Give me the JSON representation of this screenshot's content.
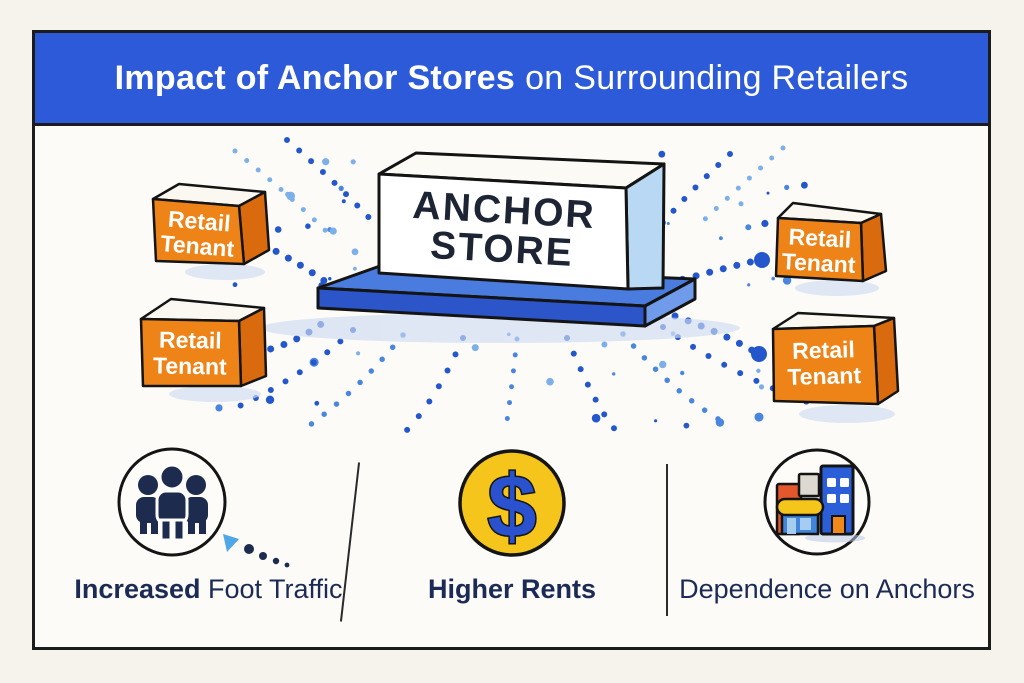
{
  "header": {
    "title_bold": "Impact of Anchor Stores",
    "title_rest": "on Surrounding Retailers"
  },
  "diagram": {
    "anchor_store": {
      "line1": "ANCHOR",
      "line2": "STORE"
    },
    "tenants": [
      {
        "line1": "Retail",
        "line2": "Tenant"
      },
      {
        "line1": "Retail",
        "line2": "Tenant"
      },
      {
        "line1": "Retail",
        "line2": "Tenant"
      },
      {
        "line1": "Retail",
        "line2": "Tenant"
      }
    ]
  },
  "benefits": [
    {
      "icon": "people-icon",
      "label_bold": "Increased",
      "label_rest": " Foot Traffic"
    },
    {
      "icon": "dollar-icon",
      "label_bold": "Higher Rents",
      "label_rest": ""
    },
    {
      "icon": "buildings-icon",
      "label_bold": "",
      "label_rest": "Dependence on Anchors"
    }
  ],
  "icons": {
    "dollar_glyph": "$"
  },
  "colors": {
    "header_blue": "#2d5ad8",
    "tenant_orange": "#ee8418",
    "tenant_orange_dark": "#d96a0e",
    "platform_blue_top": "#4a7ce0",
    "platform_blue_front": "#2b55c8",
    "anchor_side_blue": "#b9d8f3",
    "accent_yellow": "#f5c51b",
    "dollar_blue": "#2a52cf",
    "navy_text": "#1b2b56",
    "dot_blue_dark": "#2456cc",
    "dot_blue_light": "#7db0e8"
  }
}
